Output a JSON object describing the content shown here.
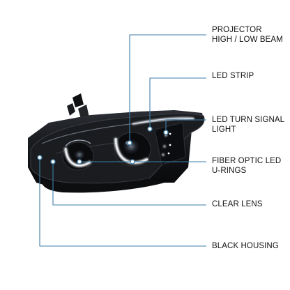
{
  "callouts": {
    "projector": "PROJECTOR\nHIGH / LOW BEAM",
    "led_strip": "LED STRIP",
    "turn_signal": "LED TURN SIGNAL LIGHT",
    "u_rings": "FIBER OPTIC LED U-RINGS",
    "clear_lens": "CLEAR LENS",
    "housing": "BLACK HOUSING"
  },
  "colors": {
    "leader_line": "#3f7ea8",
    "housing": "#141518",
    "dot_ring": "#3f7ea8",
    "led_glow": "#e8f2ff"
  }
}
